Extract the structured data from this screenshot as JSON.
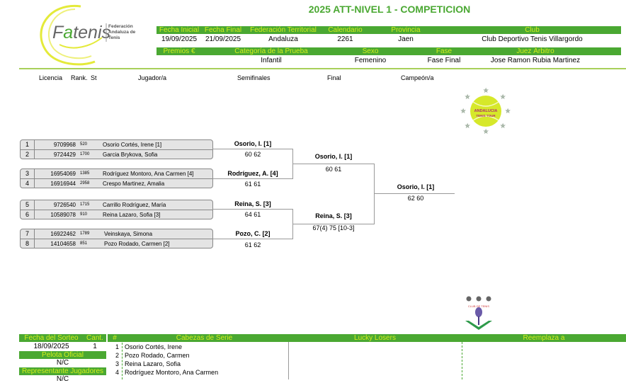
{
  "title": "2025 ATT-NIVEL 1 - COMPETICION",
  "logo": {
    "brand": "Fatenis",
    "sub": [
      "Federación",
      "Andaluza de",
      "Tenis"
    ]
  },
  "att_logo": {
    "text": [
      "ANDALUCIA",
      "TENIS TOUR"
    ]
  },
  "club_logo": {
    "text": "CLUB DE TENIS VILLARGORDO"
  },
  "colors": {
    "green": "#4aa832",
    "header_text": "#d4ee1c",
    "rule": "#a8cf5a"
  },
  "info1": {
    "headers": [
      "Fecha Inicial",
      "Fecha Final",
      "Federación Territorial",
      "Calendario",
      "Provincia",
      "Club"
    ],
    "values": [
      "19/09/2025",
      "21/09/2025",
      "Andaluza",
      "2261",
      "Jaen",
      "Club Deportivo Tenis Villargordo"
    ]
  },
  "info2": {
    "headers": [
      "Premios €",
      "Categoría de la Prueba",
      "Sexo",
      "Fase",
      "Juez Árbitro"
    ],
    "values": [
      "",
      "Infantil",
      "Femenino",
      "Fase Final",
      "Jose Ramon Rubia Martinez"
    ]
  },
  "columns": [
    "Licencia",
    "Rank.",
    "St",
    "Jugador/a",
    "Semifinales",
    "Final",
    "Campeón/a"
  ],
  "players": [
    {
      "n": "1",
      "lic": "9709968",
      "rank": "520",
      "name": "Osorio Cortés, Irene [1]"
    },
    {
      "n": "2",
      "lic": "9724429",
      "rank": "1700",
      "name": "Garcia Brykova, Sofia"
    },
    {
      "n": "3",
      "lic": "16954069",
      "rank": "1385",
      "name": "Rodríguez Montoro, Ana Carmen [4]"
    },
    {
      "n": "4",
      "lic": "16916944",
      "rank": "2958",
      "name": "Crespo Martinez, Amalia"
    },
    {
      "n": "5",
      "lic": "9726540",
      "rank": "1715",
      "name": "Carrillo Rodríguez, María"
    },
    {
      "n": "6",
      "lic": "10589078",
      "rank": "910",
      "name": "Reina Lazaro, Sofia [3]"
    },
    {
      "n": "7",
      "lic": "16922462",
      "rank": "1789",
      "name": "Veinskaya, Simona"
    },
    {
      "n": "8",
      "lic": "14104658",
      "rank": "851",
      "name": "Pozo Rodado, Carmen [2]"
    }
  ],
  "quarters": [
    {
      "winner": "Osorio, I. [1]",
      "score": "60 62"
    },
    {
      "winner": "Rodríguez, A. [4]",
      "score": "61 61"
    },
    {
      "winner": "Reina, S. [3]",
      "score": "64 61"
    },
    {
      "winner": "Pozo, C. [2]",
      "score": "61 62"
    }
  ],
  "semis": [
    {
      "winner": "Osorio, I. [1]",
      "score": "60 61"
    },
    {
      "winner": "Reina, S. [3]",
      "score": "67(4) 75 [10-3]"
    }
  ],
  "final": {
    "winner": "Osorio, I. [1]",
    "score": "62 60"
  },
  "bottom": {
    "sorteo_label": "Fecha del Sorteo",
    "sorteo_value": "18/09/2025",
    "cant_label": "Cant.",
    "cant_value": "1",
    "pelota_label": "Pelota Oficial",
    "pelota_value": "N/C",
    "rep_label": "Representante Jugadores",
    "rep_value": "N/C",
    "hash_label": "#",
    "seeds_label": "Cabezas de Serie",
    "lucky_label": "Lucky Losers",
    "reemplaza_label": "Reemplaza a",
    "seeds": [
      {
        "n": "1",
        "name": "Osorio Cortés, Irene"
      },
      {
        "n": "2",
        "name": "Pozo Rodado, Carmen"
      },
      {
        "n": "3",
        "name": "Reina Lazaro, Sofia"
      },
      {
        "n": "4",
        "name": "Rodríguez Montoro, Ana Carmen"
      }
    ]
  }
}
